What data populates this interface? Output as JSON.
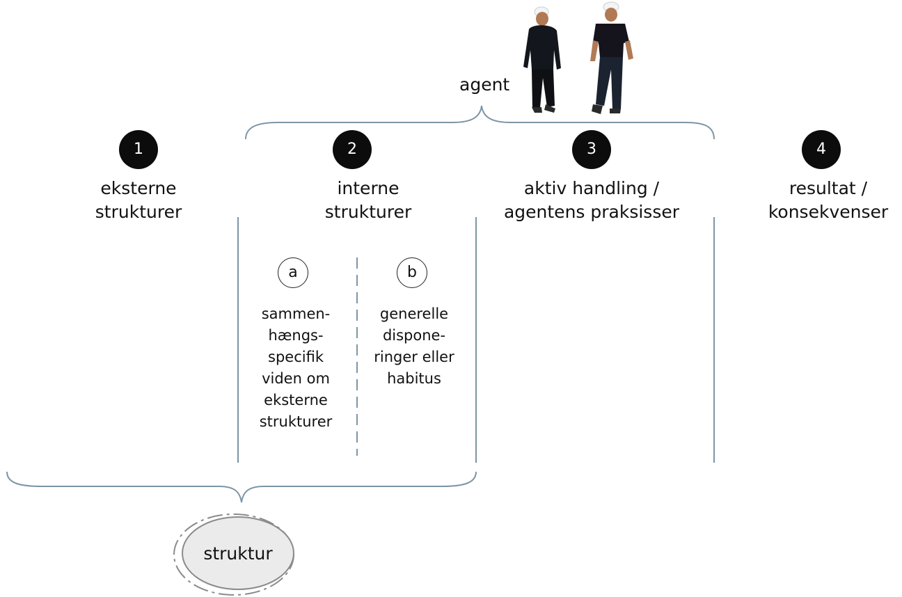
{
  "agent_label": "agent",
  "columns": [
    {
      "number": "1",
      "label_lines": [
        "eksterne",
        "strukturer"
      ]
    },
    {
      "number": "2",
      "label_lines": [
        "interne",
        "strukturer"
      ]
    },
    {
      "number": "3",
      "label_lines": [
        "aktiv handling /",
        "agentens praksisser"
      ]
    },
    {
      "number": "4",
      "label_lines": [
        "resultat /",
        "konsekvenser"
      ]
    }
  ],
  "subcolumns": [
    {
      "letter": "a",
      "lines": [
        "sammen-",
        "hængs-",
        "specifik",
        "viden om",
        "eksterne",
        "strukturer"
      ]
    },
    {
      "letter": "b",
      "lines": [
        "generelle",
        "dispone-",
        "ringer eller",
        "habitus"
      ]
    }
  ],
  "struktur_label": "struktur",
  "colors": {
    "line": "#7d95a5",
    "badge": "#0c0c0c",
    "oval_fill": "#ebebeb",
    "oval_stroke": "#8a8a8a"
  }
}
